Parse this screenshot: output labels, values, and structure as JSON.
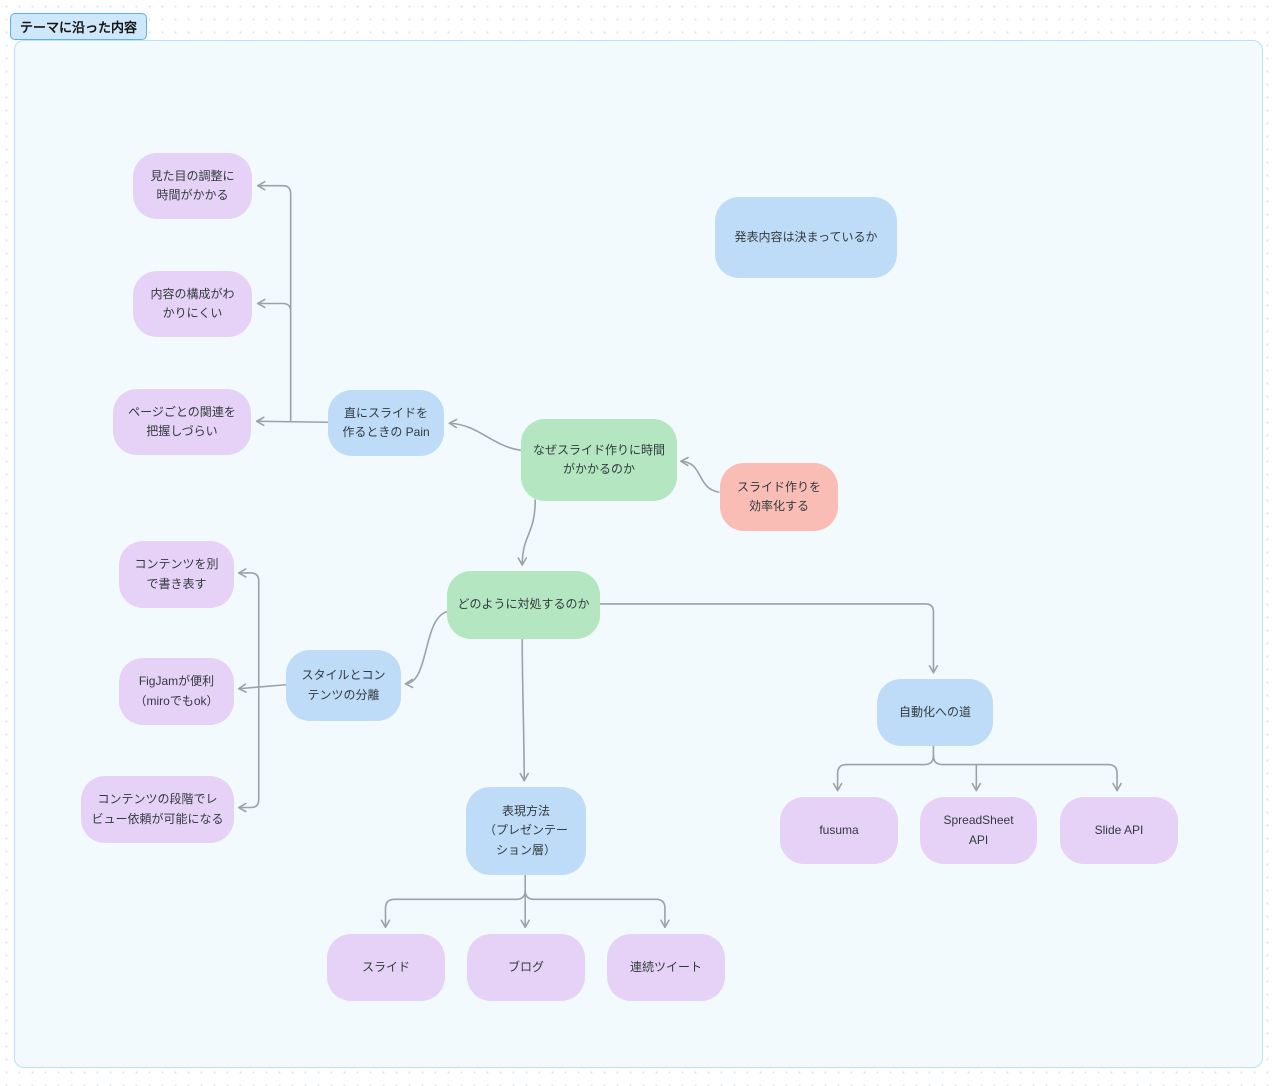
{
  "board": {
    "label": "テーマに沿った内容"
  },
  "palette": {
    "purple": "#e6d2f6",
    "blue": "#bedcf7",
    "green": "#b3e6c1",
    "pink": "#f9bdb6",
    "connector": "#9aa2aa",
    "canvas_bg": "#f3fafe",
    "canvas_border": "#bfe0f4",
    "badge_bg": "#cfe7fa",
    "badge_border": "#5fb0e7",
    "node_text": "#323a3f"
  },
  "nodes": [
    {
      "id": "pain-looks",
      "label": "見た目の調整に\n時間がかかる",
      "color": "purple"
    },
    {
      "id": "pain-structure",
      "label": "内容の構成がわ\nかりにくい",
      "color": "purple"
    },
    {
      "id": "pain-relation",
      "label": "ページごとの関連を\n把握しづらい",
      "color": "purple"
    },
    {
      "id": "direct-pain",
      "label": "直にスライドを\n作るときの Pain",
      "color": "blue"
    },
    {
      "id": "why-time",
      "label": "なぜスライド作りに時間\nがかかるのか",
      "color": "green"
    },
    {
      "id": "goal",
      "label": "スライド作りを\n効率化する",
      "color": "pink"
    },
    {
      "id": "presentation-decided",
      "label": "発表内容は決まっているか",
      "color": "blue"
    },
    {
      "id": "how-handle",
      "label": "どのように対処するのか",
      "color": "green"
    },
    {
      "id": "style-separation",
      "label": "スタイルとコン\nテンツの分離",
      "color": "blue"
    },
    {
      "id": "write-separately",
      "label": "コンテンツを別\nで書き表す",
      "color": "purple"
    },
    {
      "id": "figjam-ok",
      "label": "FigJamが便利\n（miroでもok）",
      "color": "purple"
    },
    {
      "id": "review-stage",
      "label": "コンテンツの段階でレ\nビュー依頼が可能になる",
      "color": "purple"
    },
    {
      "id": "automation",
      "label": "自動化への道",
      "color": "blue"
    },
    {
      "id": "fusuma",
      "label": "fusuma",
      "color": "purple"
    },
    {
      "id": "spreadsheet-api",
      "label": "SpreadSheet\nAPI",
      "color": "purple"
    },
    {
      "id": "slide-api",
      "label": "Slide API",
      "color": "purple"
    },
    {
      "id": "expression",
      "label": "表現方法\n（プレゼンテー\nション層）",
      "color": "blue"
    },
    {
      "id": "slide",
      "label": "スライド",
      "color": "purple"
    },
    {
      "id": "blog",
      "label": "ブログ",
      "color": "purple"
    },
    {
      "id": "tweets",
      "label": "連続ツイート",
      "color": "purple"
    }
  ],
  "edges": [
    {
      "from": "goal",
      "to": "why-time"
    },
    {
      "from": "why-time",
      "to": "direct-pain"
    },
    {
      "from": "direct-pain",
      "to": "pain-looks"
    },
    {
      "from": "direct-pain",
      "to": "pain-structure"
    },
    {
      "from": "direct-pain",
      "to": "pain-relation"
    },
    {
      "from": "why-time",
      "to": "how-handle"
    },
    {
      "from": "how-handle",
      "to": "style-separation"
    },
    {
      "from": "style-separation",
      "to": "write-separately"
    },
    {
      "from": "style-separation",
      "to": "figjam-ok"
    },
    {
      "from": "style-separation",
      "to": "review-stage"
    },
    {
      "from": "how-handle",
      "to": "expression"
    },
    {
      "from": "how-handle",
      "to": "automation"
    },
    {
      "from": "automation",
      "to": "fusuma"
    },
    {
      "from": "automation",
      "to": "spreadsheet-api"
    },
    {
      "from": "automation",
      "to": "slide-api"
    },
    {
      "from": "expression",
      "to": "slide"
    },
    {
      "from": "expression",
      "to": "blog"
    },
    {
      "from": "expression",
      "to": "tweets"
    }
  ]
}
